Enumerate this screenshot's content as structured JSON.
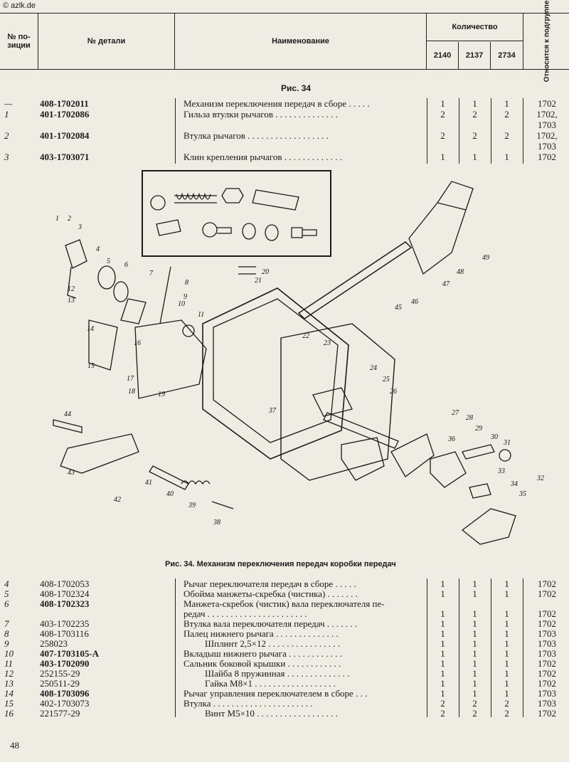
{
  "watermark": "© azlk.de",
  "header": {
    "position_col": "№ по-\nзиции",
    "detail_col": "№ детали",
    "name_col": "Наименование",
    "qty_col": "Количество",
    "qty_models": [
      "2140",
      "2137",
      "2734"
    ],
    "group_col": "Относится к подгруппе"
  },
  "figure_label": "Рис. 34",
  "top_rows": [
    {
      "pos": "—",
      "detail": "408-1702011",
      "bold": true,
      "name": "Механизм переключения передач в сборе . . . . .",
      "q": [
        "1",
        "1",
        "1"
      ],
      "group": "1702"
    },
    {
      "pos": "1",
      "detail": "401-1702086",
      "bold": true,
      "name": "Гильза втулки рычагов . . . . . . . . . . . . . .",
      "q": [
        "2",
        "2",
        "2"
      ],
      "group": "1702,"
    },
    {
      "pos": "",
      "detail": "",
      "bold": false,
      "name": "",
      "q": [
        "",
        "",
        ""
      ],
      "group": "1703"
    },
    {
      "pos": "2",
      "detail": "401-1702084",
      "bold": true,
      "name": "Втулка рычагов . . . . . . . . . . . . . . . . . .",
      "q": [
        "2",
        "2",
        "2"
      ],
      "group": "1702,"
    },
    {
      "pos": "",
      "detail": "",
      "bold": false,
      "name": "",
      "q": [
        "",
        "",
        ""
      ],
      "group": "1703"
    },
    {
      "pos": "3",
      "detail": "403-1703071",
      "bold": true,
      "name": "Клин крепления рычагов . . . . . . . . . . . . .",
      "q": [
        "1",
        "1",
        "1"
      ],
      "group": "1702"
    }
  ],
  "diagram_labels": [
    "1",
    "2",
    "3",
    "4",
    "5",
    "6",
    "7",
    "8",
    "9",
    "10",
    "11",
    "12",
    "13",
    "14",
    "15",
    "16",
    "17",
    "18",
    "19",
    "20",
    "21",
    "22",
    "23",
    "24",
    "25",
    "26",
    "27",
    "28",
    "29",
    "30",
    "31",
    "32",
    "33",
    "34",
    "35",
    "36",
    "37",
    "38",
    "39",
    "40",
    "41",
    "42",
    "43",
    "44",
    "45",
    "46",
    "47",
    "48",
    "49"
  ],
  "caption": "Рис. 34. Механизм переключения передач коробки передач",
  "bottom_rows": [
    {
      "pos": "4",
      "detail": "408-1702053",
      "bold": false,
      "indent": false,
      "name": "Рычаг переключателя передач в сборе . . . . .",
      "q": [
        "1",
        "1",
        "1"
      ],
      "group": "1702"
    },
    {
      "pos": "5",
      "detail": "408-1702324",
      "bold": false,
      "indent": false,
      "name": "Обойма манжеты-скребка (чистика) . . . . . . .",
      "q": [
        "1",
        "1",
        "1"
      ],
      "group": "1702"
    },
    {
      "pos": "6",
      "detail": "408-1702323",
      "bold": true,
      "indent": false,
      "name": "Манжета-скребок (чистик) вала переключателя пе-",
      "q": [
        "",
        "",
        ""
      ],
      "group": ""
    },
    {
      "pos": "",
      "detail": "",
      "bold": false,
      "indent": false,
      "name": "редач . . . . . . . . . . . . . . . . . . . . . .",
      "q": [
        "1",
        "1",
        "1"
      ],
      "group": "1702"
    },
    {
      "pos": "7",
      "detail": "403-1702235",
      "bold": false,
      "indent": false,
      "name": "Втулка вала переключателя передач . . . . . . .",
      "q": [
        "1",
        "1",
        "1"
      ],
      "group": "1702"
    },
    {
      "pos": "8",
      "detail": "408-1703116",
      "bold": false,
      "indent": false,
      "name": "Палец нижнего рычага . . . . . . . . . . . . . .",
      "q": [
        "1",
        "1",
        "1"
      ],
      "group": "1703"
    },
    {
      "pos": "9",
      "detail": "258023",
      "bold": false,
      "indent": true,
      "name": "Шплинт 2,5×12 . . . . . . . . . . . . . . . .",
      "q": [
        "1",
        "1",
        "1"
      ],
      "group": "1703"
    },
    {
      "pos": "10",
      "detail": "407-1703105-А",
      "bold": true,
      "indent": false,
      "name": "Вкладыш нижнего рычага . . . . . . . . . . . .",
      "q": [
        "1",
        "1",
        "1"
      ],
      "group": "1703"
    },
    {
      "pos": "11",
      "detail": "403-1702090",
      "bold": true,
      "indent": false,
      "name": "Сальник боковой крышки . . . . . . . . . . . .",
      "q": [
        "1",
        "1",
        "1"
      ],
      "group": "1702"
    },
    {
      "pos": "12",
      "detail": "252155-29",
      "bold": false,
      "indent": true,
      "name": "Шайба 8 пружинная . . . . . . . . . . . . . .",
      "q": [
        "1",
        "1",
        "1"
      ],
      "group": "1702"
    },
    {
      "pos": "13",
      "detail": "250511-29",
      "bold": false,
      "indent": true,
      "name": "Гайка М8×1 . . . . . . . . . . . . . . . . . .",
      "q": [
        "1",
        "1",
        "1"
      ],
      "group": "1702"
    },
    {
      "pos": "14",
      "detail": "408-1703096",
      "bold": true,
      "indent": false,
      "name": "Рычаг управления переключателем в сборе . . .",
      "q": [
        "1",
        "1",
        "1"
      ],
      "group": "1703"
    },
    {
      "pos": "15",
      "detail": "402-1703073",
      "bold": false,
      "indent": false,
      "name": "Втулка . . . . . . . . . . . . . . . . . . . . . .",
      "q": [
        "2",
        "2",
        "2"
      ],
      "group": "1703"
    },
    {
      "pos": "16",
      "detail": "221577-29",
      "bold": false,
      "indent": true,
      "name": "Винт М5×10 . . . . . . . . . . . . . . . . . .",
      "q": [
        "2",
        "2",
        "2"
      ],
      "group": "1702"
    }
  ],
  "page_number": "48"
}
